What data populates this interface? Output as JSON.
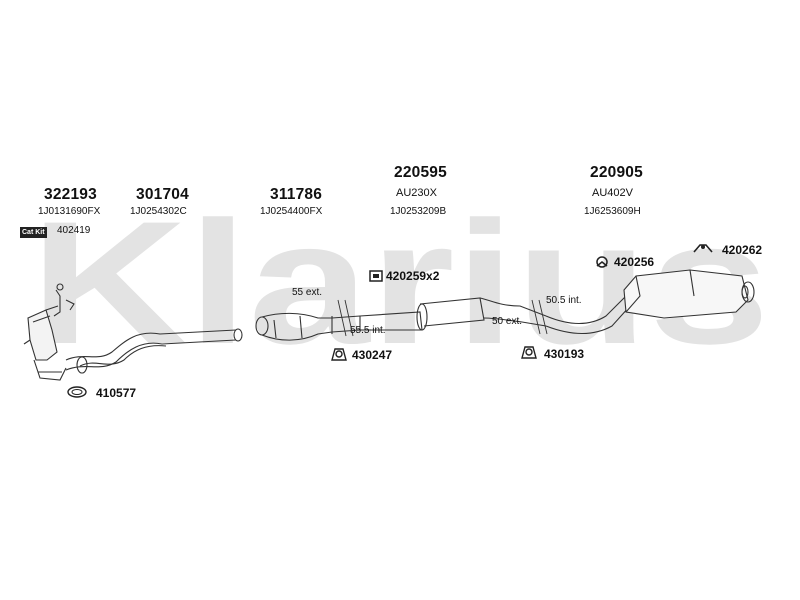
{
  "watermark": "Klarius",
  "parts": {
    "p1": {
      "number": "322193",
      "oem": "1J0131690FX"
    },
    "p2": {
      "number": "301704",
      "oem": "1J0254302C"
    },
    "p3": {
      "number": "311786",
      "oem": "1J0254400FX"
    },
    "p4": {
      "number": "220595",
      "code": "AU230X",
      "oem": "1J0253209B"
    },
    "p5": {
      "number": "220905",
      "code": "AU402V",
      "oem": "1J6253609H"
    }
  },
  "cat_kit": {
    "badge": "Cat Kit",
    "number": "402419"
  },
  "fittings": {
    "f1": "420259x2",
    "f2": "420256",
    "f3": "420262",
    "f4": "430247",
    "f5": "430193",
    "f6": "410577"
  },
  "dimensions": {
    "d1": "55 ext.",
    "d2": "55.5 int.",
    "d3": "50.5 int.",
    "d4": "50 ext."
  },
  "colors": {
    "watermark": "#e3e3e3",
    "line": "#333333"
  }
}
